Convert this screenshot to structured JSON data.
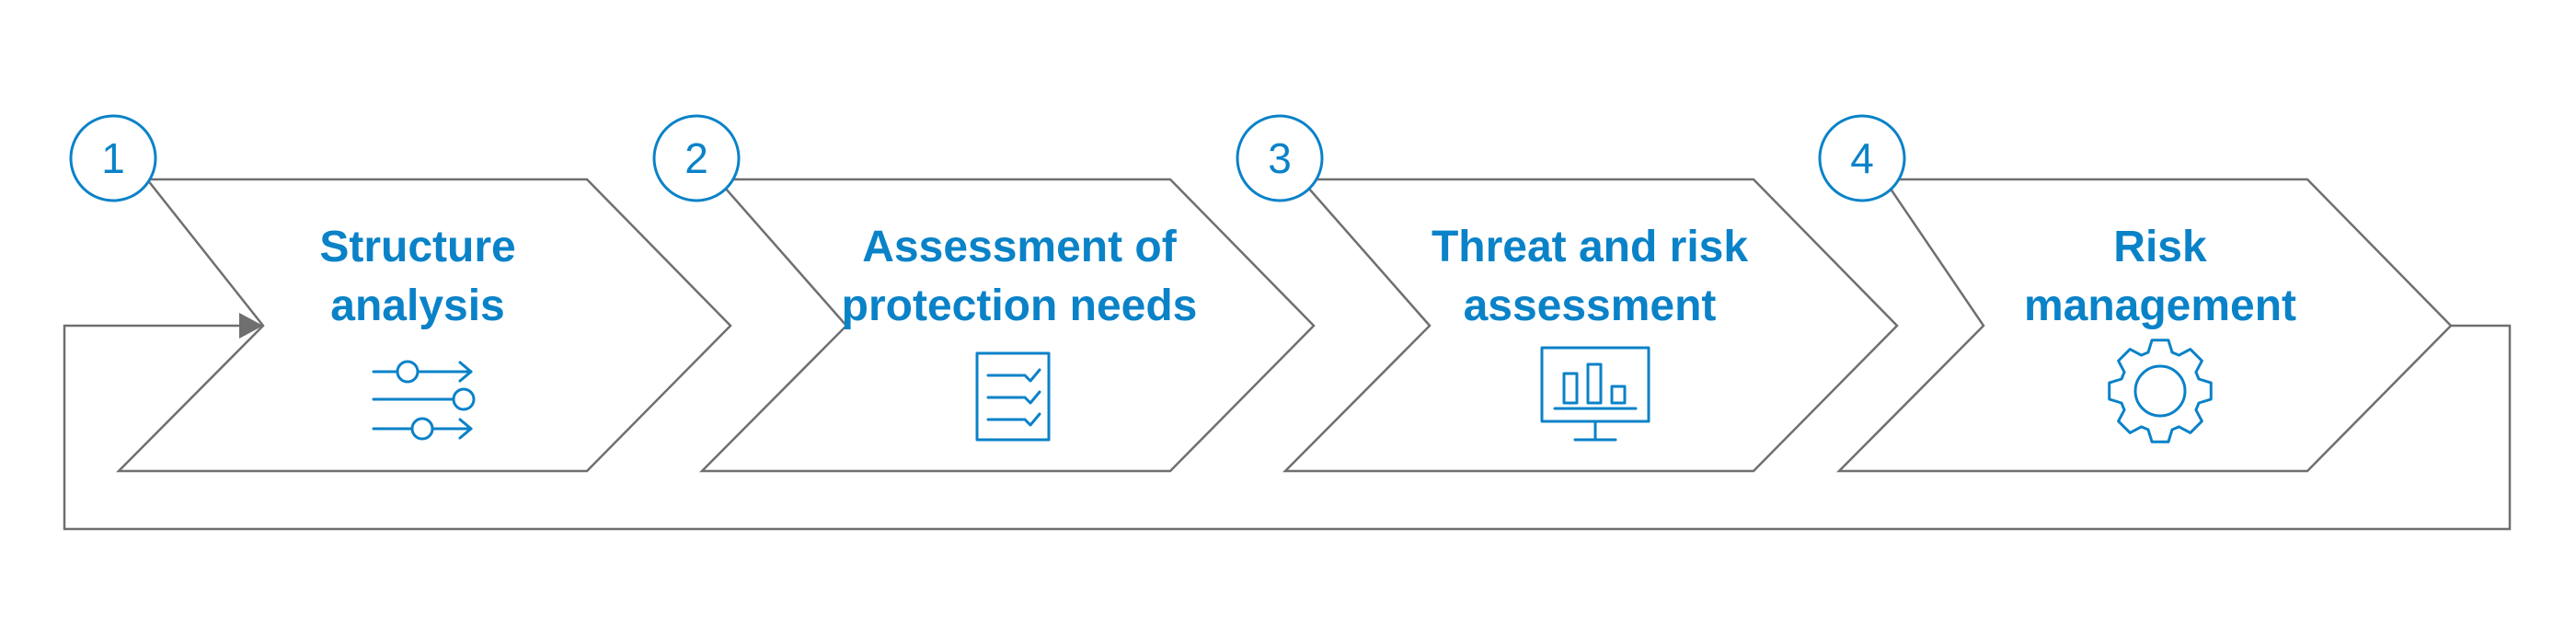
{
  "colors": {
    "accent": "#0a82c8",
    "outline": "#6f6f6f",
    "background": "#ffffff"
  },
  "steps": [
    {
      "number": "1",
      "title_line1": "Structure",
      "title_line2": "analysis",
      "icon": "sliders-icon"
    },
    {
      "number": "2",
      "title_line1": "Assessment of",
      "title_line2": "protection needs",
      "icon": "checklist-icon"
    },
    {
      "number": "3",
      "title_line1": "Threat and risk",
      "title_line2": "assessment",
      "icon": "monitor-chart-icon"
    },
    {
      "number": "4",
      "title_line1": "Risk",
      "title_line2": "management",
      "icon": "gear-icon"
    }
  ]
}
